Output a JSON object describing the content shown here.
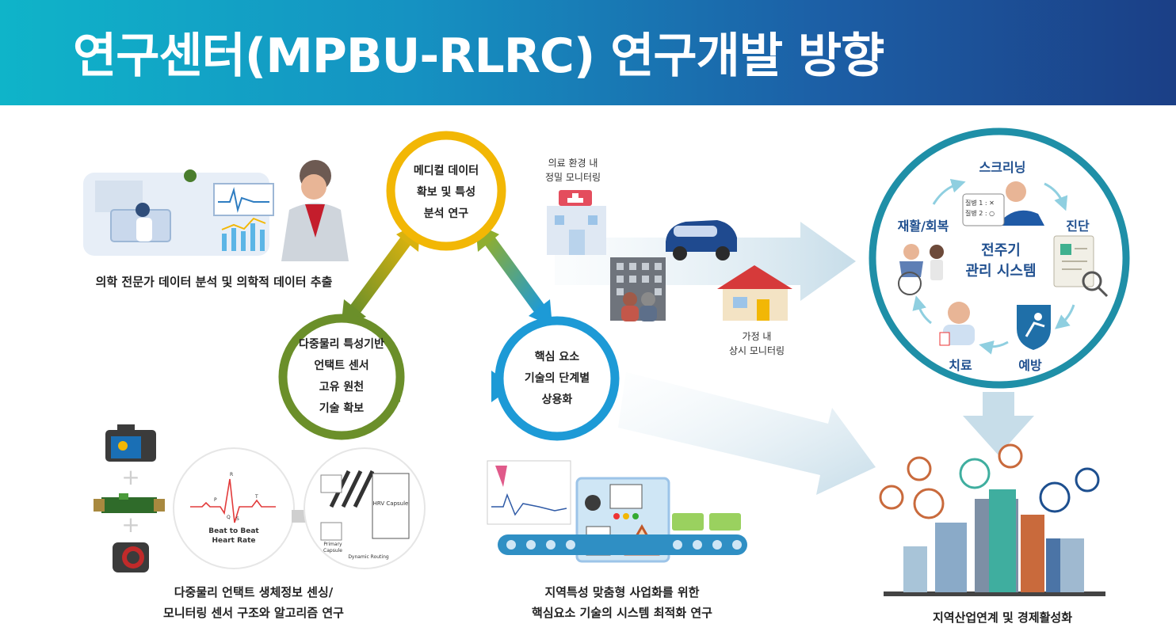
{
  "header": {
    "title": "연구센터(MPBU-RLRC) 연구개발 방향"
  },
  "cycle": {
    "top_node": [
      "메디컬 데이터",
      "확보 및 특성",
      "분석 연구"
    ],
    "left_node": [
      "다중물리 특성기반",
      "언택트 센서",
      "고유 원천",
      "기술 확보"
    ],
    "right_node": [
      "핵심 요소",
      "기술의 단계별",
      "상용화"
    ]
  },
  "captions": {
    "medical_expert": "의학 전문가 데이터 분석 및 의학적 데이터 추출",
    "sensing_line1": "다중물리 언택트 생체정보 센싱/",
    "sensing_line2": "모니터링 센서 구조와 알고리즘 연구",
    "optimization_line1": "지역특성 맞춤형 사업화를 위한",
    "optimization_line2": "핵심요소 기술의 시스템 최적화 연구",
    "regional": "지역산업연계 및 경제활성화"
  },
  "monitoring": {
    "hospital_line1": "의료 환경 내",
    "hospital_line2": "정밀 모니터링",
    "home_line1": "가정 내",
    "home_line2": "상시 모니터링"
  },
  "lifecycle": {
    "center_line1": "전주기",
    "center_line2": "관리 시스템",
    "screening": "스크리닝",
    "diagnosis": "진단",
    "prevention": "예방",
    "treatment": "치료",
    "rehab": "재활/회복",
    "checklist_1": "질병 1 :",
    "checklist_2": "질병 2 :",
    "checklist_mark_1": "✕",
    "checklist_mark_2": "○"
  },
  "ecg": {
    "label_line1": "Beat to Beat",
    "label_line2": "Heart Rate",
    "capsule": "HRV Capsule",
    "primary_line1": "Primary",
    "primary_line2": "Capsule",
    "routing": "Dynamic Routing",
    "peak_r": "R",
    "peak_p": "P",
    "peak_q": "Q",
    "peak_s": "S",
    "peak_t": "T"
  },
  "colors": {
    "banner_start": "#0fb4c9",
    "banner_end": "#1b3f86",
    "ring_yellow": "#f2b705",
    "ring_green": "#6b8f2a",
    "ring_blue": "#1d9ad6",
    "lifecycle_ring": "#1f8fa7",
    "lifecycle_text": "#1f4f8f"
  }
}
